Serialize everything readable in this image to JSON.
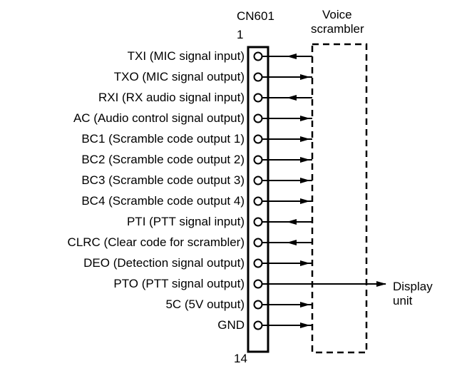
{
  "connector": {
    "name": "CN601",
    "first_pin": "1",
    "last_pin": "14"
  },
  "scrambler": {
    "label_line1": "Voice",
    "label_line2": "scrambler"
  },
  "display": {
    "label_line1": "Display",
    "label_line2": "unit"
  },
  "pins": [
    {
      "label": "TXI (MIC signal input)",
      "direction": "in"
    },
    {
      "label": "TXO (MIC signal output)",
      "direction": "out"
    },
    {
      "label": "RXI (RX audio signal input)",
      "direction": "in"
    },
    {
      "label": "AC (Audio control signal output)",
      "direction": "out"
    },
    {
      "label": "BC1 (Scramble code output 1)",
      "direction": "out"
    },
    {
      "label": "BC2 (Scramble code output 2)",
      "direction": "out"
    },
    {
      "label": "BC3 (Scramble code output 3)",
      "direction": "out"
    },
    {
      "label": "BC4 (Scramble code output 4)",
      "direction": "out"
    },
    {
      "label": "PTI (PTT signal input)",
      "direction": "in"
    },
    {
      "label": "CLRC (Clear code for scrambler)",
      "direction": "in"
    },
    {
      "label": "DEO (Detection signal output)",
      "direction": "out"
    },
    {
      "label": "PTO (PTT signal output)",
      "direction": "display"
    },
    {
      "label": "5C (5V output)",
      "direction": "out"
    },
    {
      "label": "GND",
      "direction": "out"
    }
  ]
}
